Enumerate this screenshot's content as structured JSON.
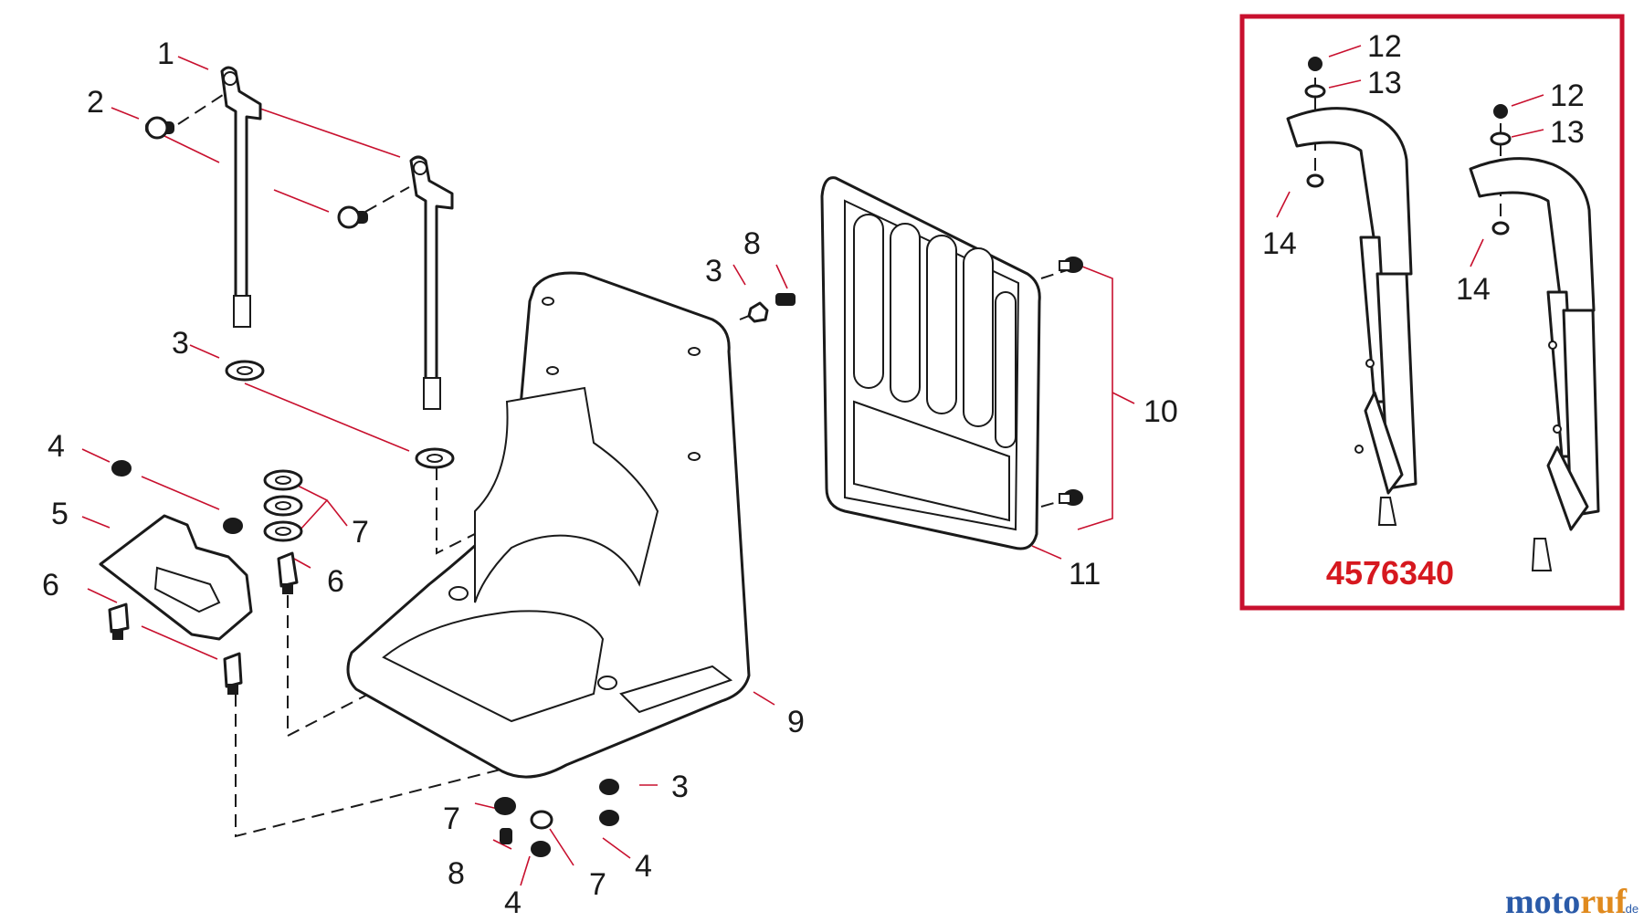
{
  "colors": {
    "leader": "#c8102e",
    "kit_frame": "#c8102e",
    "kit_number": "#d6181f",
    "watermark_blue": "#2a5aa8",
    "watermark_orange": "#e08a1e"
  },
  "callouts": {
    "c1": "1",
    "c2": "2",
    "c3a": "3",
    "c3b": "3",
    "c3c": "3",
    "c4a": "4",
    "c4b": "4",
    "c4c": "4",
    "c5": "5",
    "c6a": "6",
    "c6b": "6",
    "c7a": "7",
    "c7b": "7",
    "c7c": "7",
    "c8a": "8",
    "c8b": "8",
    "c9": "9",
    "c10": "10",
    "c11": "11",
    "c12a": "12",
    "c12b": "12",
    "c13a": "13",
    "c13b": "13",
    "c14a": "14",
    "c14b": "14"
  },
  "kit": {
    "part_number": "4576340"
  },
  "watermark": {
    "brand_a": "moto",
    "brand_b": "ruf",
    "suffix": ".de"
  }
}
